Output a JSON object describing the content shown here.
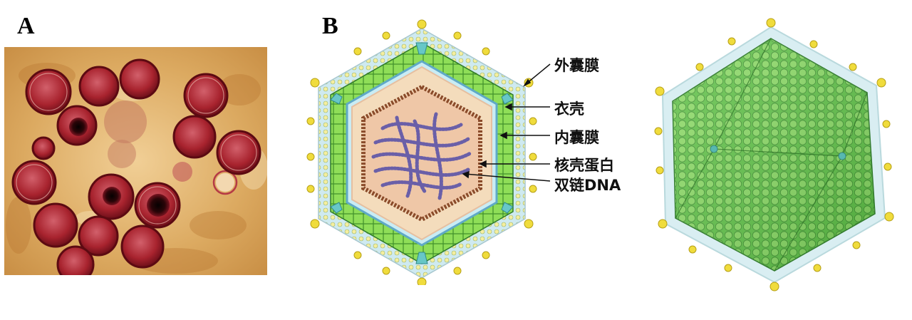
{
  "panel_labels": {
    "a": "A",
    "b": "B"
  },
  "callouts": {
    "outer_envelope": "外囊膜",
    "capsid": "衣壳",
    "inner_envelope": "内囊膜",
    "nucleocapsid_protein": "核壳蛋白",
    "dsdna": "双链DNA"
  },
  "colors": {
    "micrograph_background": "#d9a55c",
    "virion_red": "#a8232e",
    "capsid_green": "#7cd34a",
    "envelope_blue": "#9fd6e6",
    "outer_bead_yellow": "#f2e35a",
    "core_beige": "#f3d9b8",
    "protein_shell_brown": "#8a4b2a",
    "dna_purple": "#6a5fa8"
  }
}
